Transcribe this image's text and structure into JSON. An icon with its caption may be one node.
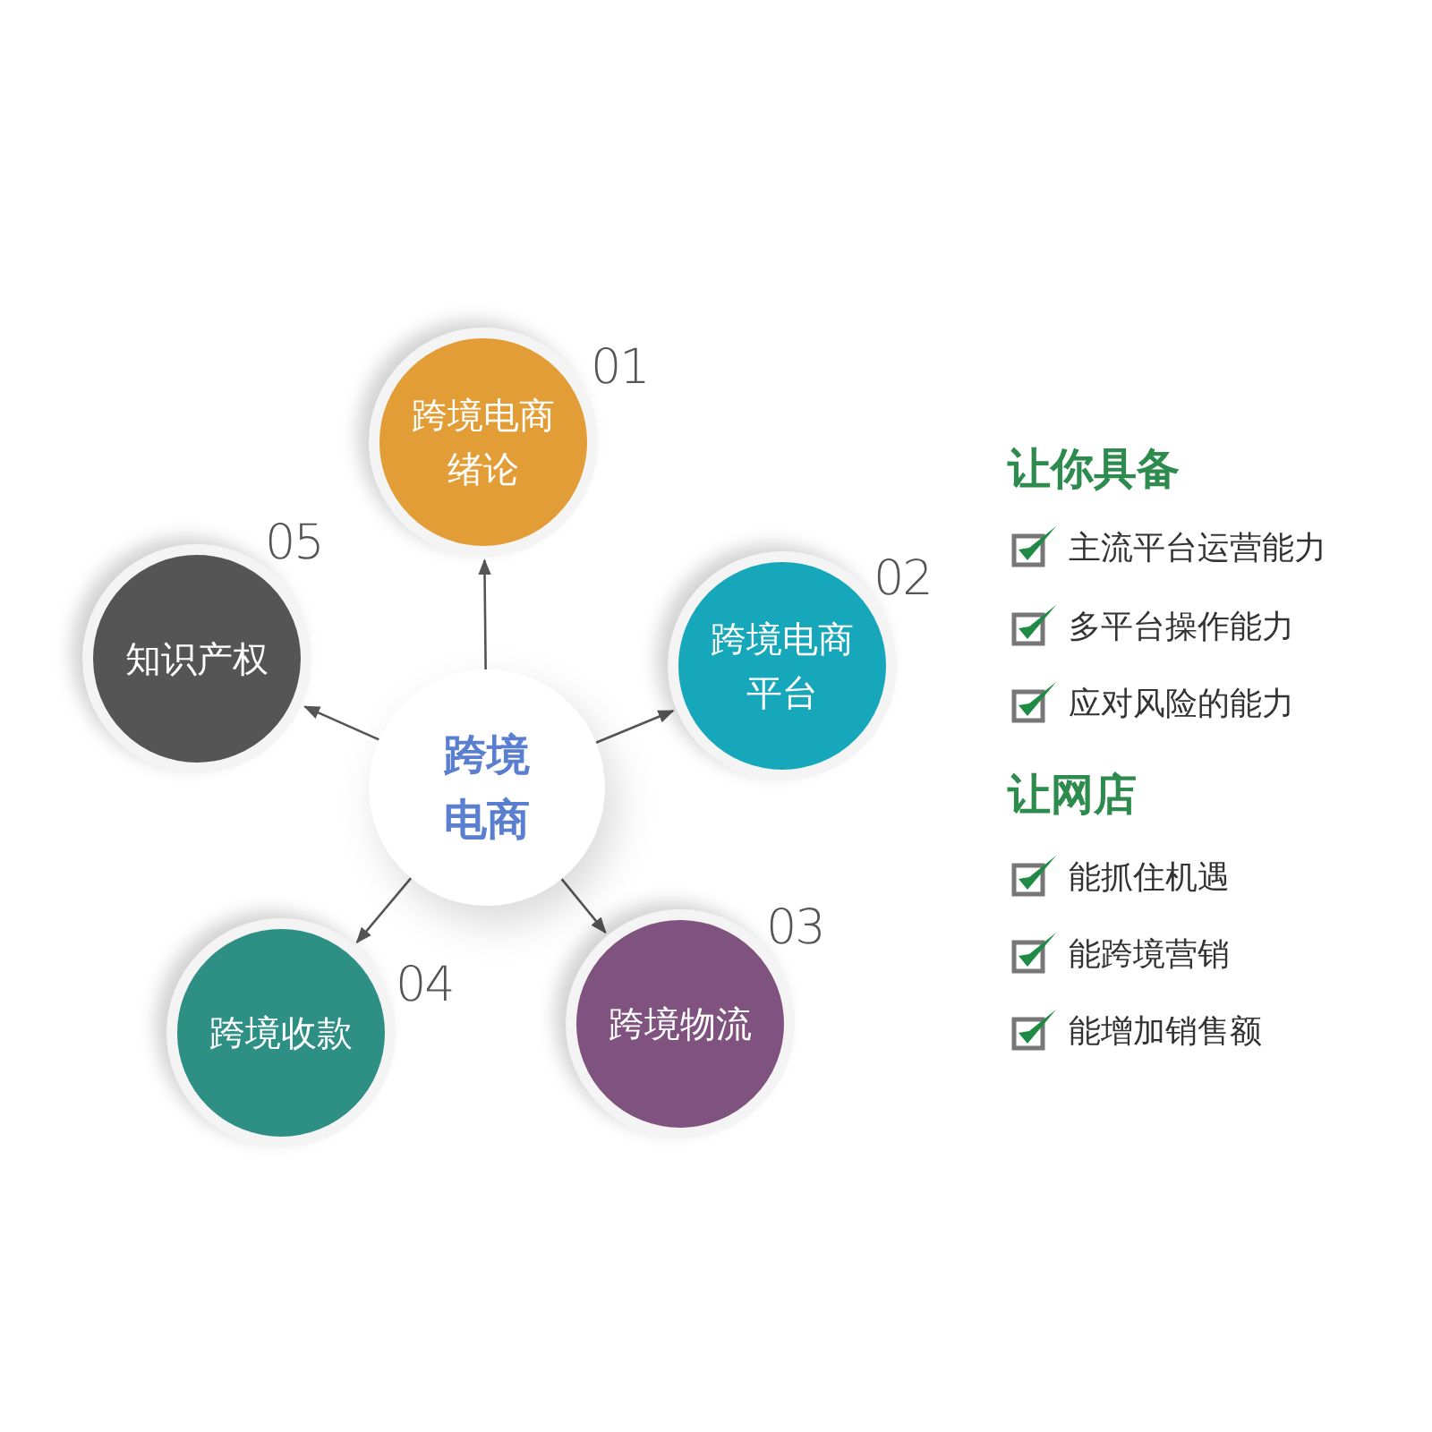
{
  "diagram": {
    "nodes": [
      {
        "text": [
          "跨境电商"
        ]
      },
      {
        "text": [
          "跨境电商绪论"
        ],
        "beside": [
          "01"
        ]
      },
      {
        "text": [
          "跨境电商平台"
        ],
        "beside": [
          "02"
        ]
      },
      {
        "text": [
          "跨境物流"
        ],
        "beside": [
          "03"
        ]
      },
      {
        "text": [
          "跨境收款"
        ],
        "beside": [
          "04"
        ]
      },
      {
        "text": [
          "知识产权"
        ],
        "beside": [
          "05"
        ]
      }
    ],
    "edges": [
      {
        "from": 0,
        "to": 1,
        "arrow": "to"
      },
      {
        "from": 0,
        "to": 2,
        "arrow": "to"
      },
      {
        "from": 0,
        "to": 3,
        "arrow": "to"
      },
      {
        "from": 0,
        "to": 4,
        "arrow": "to"
      },
      {
        "from": 0,
        "to": 5,
        "arrow": "to"
      }
    ],
    "labels": [
      "让你具备",
      "主流平台运营能力",
      "多平台操作能力",
      "应对风险的能力",
      "让网店",
      "能抓住机遇",
      "能跨境营销",
      "能增加销售额"
    ]
  }
}
